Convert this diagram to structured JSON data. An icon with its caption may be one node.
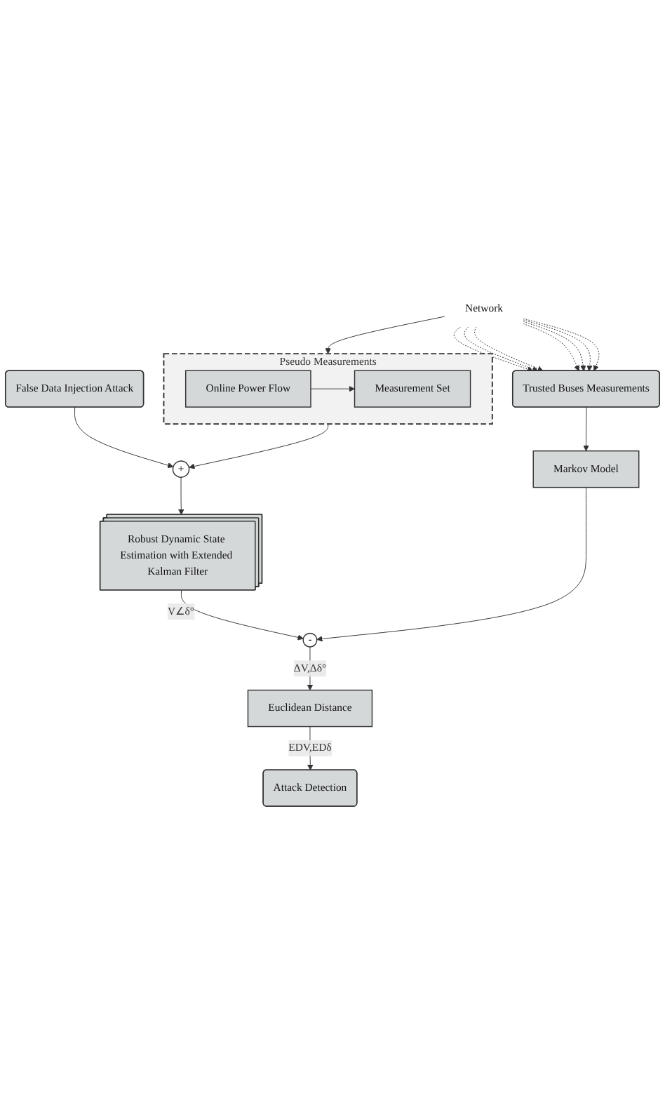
{
  "diagram": {
    "nodes": [
      {
        "text": [
          "Network"
        ]
      },
      {
        "text": [
          "Trusted Buses Measurements"
        ]
      },
      {
        "text": [
          "Pseudo Measurements"
        ]
      },
      {
        "text": [
          "Measurement Set"
        ],
        "in": 2
      },
      {
        "text": [
          "Online Power Flow"
        ],
        "in": 2
      },
      {
        "text": [
          "False Data Injection Attack"
        ]
      },
      {
        "text": [
          "+"
        ]
      },
      {
        "text": [
          "Markov Model"
        ]
      },
      {
        "text": [
          "Robust Dynamic State Estimation with Extended Kalman Filter"
        ]
      },
      {
        "text": [
          "-"
        ]
      },
      {
        "text": [
          "Euclidean Distance"
        ]
      },
      {
        "text": [
          "Attack Detection"
        ]
      }
    ],
    "edges": [
      {
        "from": 0,
        "to": 1,
        "arrow": "to",
        "style": "dashed"
      },
      {
        "from": 0,
        "to": 1,
        "arrow": "to",
        "style": "dashed"
      },
      {
        "from": 0,
        "to": 1,
        "arrow": "to",
        "style": "dashed"
      },
      {
        "from": 0,
        "to": 1,
        "arrow": "to",
        "style": "dashed"
      },
      {
        "from": 0,
        "to": 1,
        "arrow": "to",
        "style": "dashed"
      },
      {
        "from": 0,
        "to": 1,
        "arrow": "to",
        "style": "dashed"
      },
      {
        "from": 0,
        "to": 1,
        "arrow": "to",
        "style": "dashed"
      },
      {
        "from": 0,
        "to": 2,
        "arrow": "to"
      },
      {
        "from": 4,
        "to": 3,
        "arrow": "to"
      },
      {
        "from": 1,
        "to": 7,
        "arrow": "to"
      },
      {
        "from": 2,
        "to": 6,
        "arrow": "to"
      },
      {
        "from": 5,
        "to": 6,
        "arrow": "to"
      },
      {
        "from": 6,
        "to": 8,
        "arrow": "to"
      },
      {
        "from": 8,
        "to": 9,
        "arrow": "to",
        "label": "V∠δ°"
      },
      {
        "from": 7,
        "to": 9,
        "arrow": "to"
      },
      {
        "from": 9,
        "to": 10,
        "arrow": "to",
        "label": "ΔV,Δδ°"
      },
      {
        "from": 10,
        "to": 11,
        "arrow": "to",
        "label": "EDV,EDδ"
      }
    ]
  }
}
